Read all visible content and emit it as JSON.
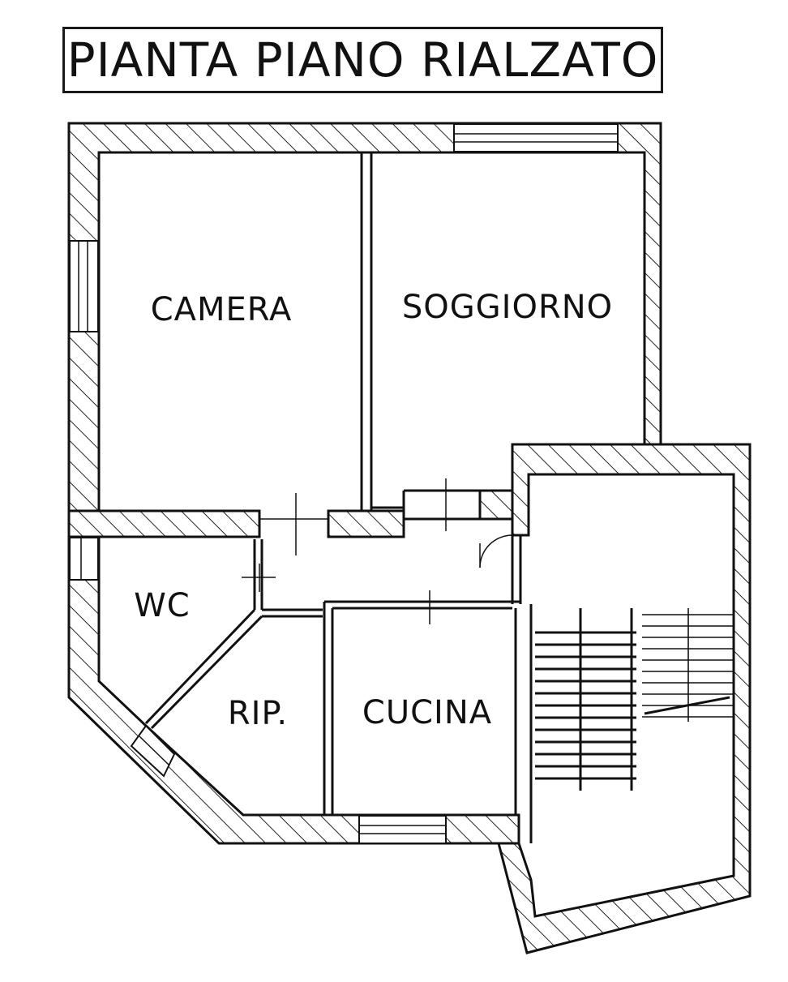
{
  "title": "PIANTA PIANO RIALZATO",
  "rooms": {
    "camera": "CAMERA",
    "soggiorno": "SOGGIORNO",
    "wc": "WC",
    "ripostiglio": "RIP.",
    "cucina": "CUCINA"
  }
}
